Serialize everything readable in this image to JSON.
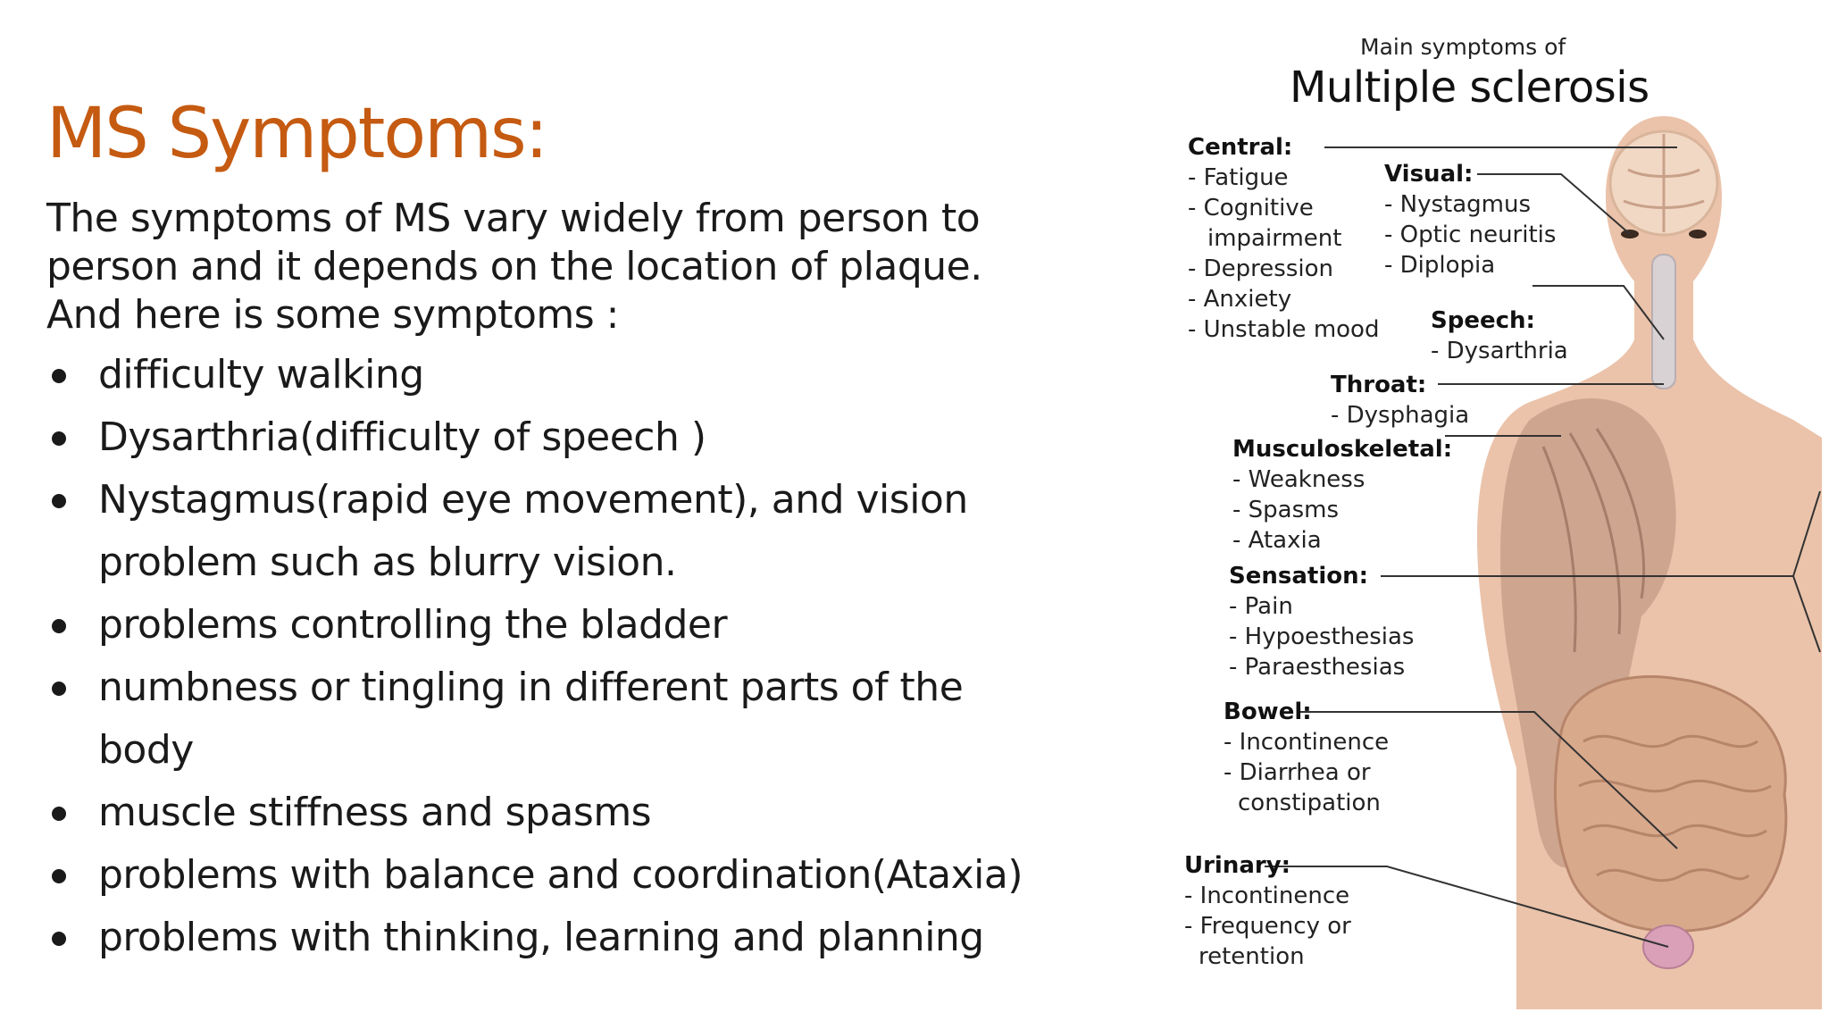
{
  "slide": {
    "title": "MS Symptoms:",
    "intro_lines": [
      "The symptoms of MS vary widely from person to",
      "person and it depends on the location of plaque.",
      "And here is some symptoms :"
    ],
    "bullets": [
      [
        "difficulty walking"
      ],
      [
        "Dysarthria(difficulty of speech )"
      ],
      [
        "Nystagmus(rapid eye movement), and vision",
        "problem such as blurry vision."
      ],
      [
        "problems controlling the bladder"
      ],
      [
        "numbness or tingling in different parts of the",
        "body"
      ],
      [
        "muscle stiffness and spasms"
      ],
      [
        "problems with balance and coordination(Ataxia)"
      ],
      [
        "problems with thinking, learning and planning"
      ]
    ]
  },
  "figure": {
    "subtitle": "Main symptoms of",
    "title": "Multiple sclerosis",
    "colors": {
      "skin": "#EBC3AA",
      "muscle": "#C9A08A",
      "brain": "#F1D8C4",
      "line": "#333333"
    },
    "groups": {
      "central": {
        "heading": "Central:",
        "items": [
          "- Fatigue",
          "- Cognitive",
          "  impairment",
          "- Depression",
          "- Anxiety",
          "- Unstable mood"
        ]
      },
      "visual": {
        "heading": "Visual:",
        "items": [
          "- Nystagmus",
          "- Optic neuritis",
          "- Diplopia"
        ]
      },
      "speech": {
        "heading": "Speech:",
        "items": [
          "- Dysarthria"
        ]
      },
      "throat": {
        "heading": "Throat:",
        "items": [
          "- Dysphagia"
        ]
      },
      "musculoskeletal": {
        "heading": "Musculoskeletal:",
        "items": [
          "- Weakness",
          "- Spasms",
          "- Ataxia"
        ]
      },
      "sensation": {
        "heading": "Sensation:",
        "items": [
          "- Pain",
          "- Hypoesthesias",
          "- Paraesthesias"
        ]
      },
      "bowel": {
        "heading": "Bowel:",
        "items": [
          "- Incontinence",
          "- Diarrhea or",
          "  constipation"
        ]
      },
      "urinary": {
        "heading": "Urinary:",
        "items": [
          "- Incontinence",
          "- Frequency or",
          "  retention"
        ]
      }
    }
  }
}
